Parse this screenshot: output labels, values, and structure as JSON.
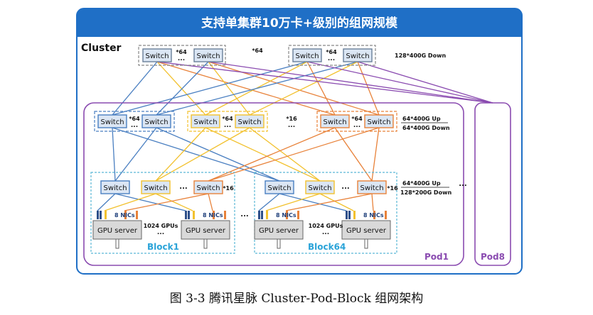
{
  "title": "支持单集群10万卡+级别的组网规模",
  "cluster_label": "Cluster",
  "switch_label": "Switch",
  "gpu_server_label": "GPU server",
  "nics_label": "8 NICs",
  "gpus_label": "1024 GPUs",
  "dots": "...",
  "mult": {
    "x64": "*64",
    "x16": "*16"
  },
  "spine_bw": "128*400G Down",
  "pod_bw_up": "64*400G Up",
  "pod_bw_down": "64*400G Down",
  "leaf_bw_up": "64*400G Up",
  "leaf_bw_down": "128*200G Down",
  "block1": "Block1",
  "block64": "Block64",
  "pod1": "Pod1",
  "pod8": "Pod8",
  "caption": "图 3-3  腾讯星脉 Cluster-Pod-Block 组网架构",
  "colors": {
    "header": "#1f6fc6",
    "blue_line": "#4a7fc1",
    "yellow_line": "#f2c12e",
    "orange_line": "#e8823a",
    "purple": "#8a4bb0",
    "cyan_dash": "#5bb8d6",
    "block_text": "#2aa3d8"
  }
}
